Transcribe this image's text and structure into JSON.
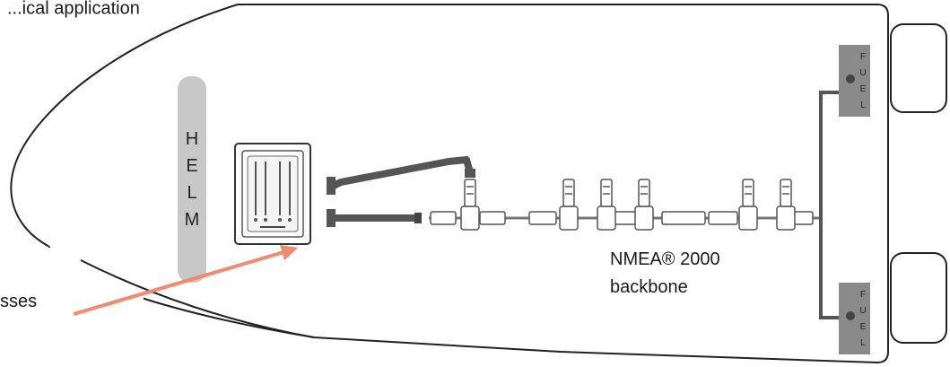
{
  "header": {
    "caption_fragment": "...ical application"
  },
  "helm": {
    "label": [
      "H",
      "E",
      "L",
      "M"
    ]
  },
  "fuel_tanks": [
    {
      "label": [
        "F",
        "U",
        "E",
        "L"
      ]
    },
    {
      "label": [
        "F",
        "U",
        "E",
        "L"
      ]
    }
  ],
  "backbone": {
    "line1": "NMEA® 2000",
    "line2": "backbone"
  },
  "callout": {
    "text_fragment": "sses"
  },
  "colors": {
    "arrow": "#f08a70",
    "cable": "#555555",
    "tank": "#8a8a8a",
    "helm": "#c8c8c8"
  }
}
